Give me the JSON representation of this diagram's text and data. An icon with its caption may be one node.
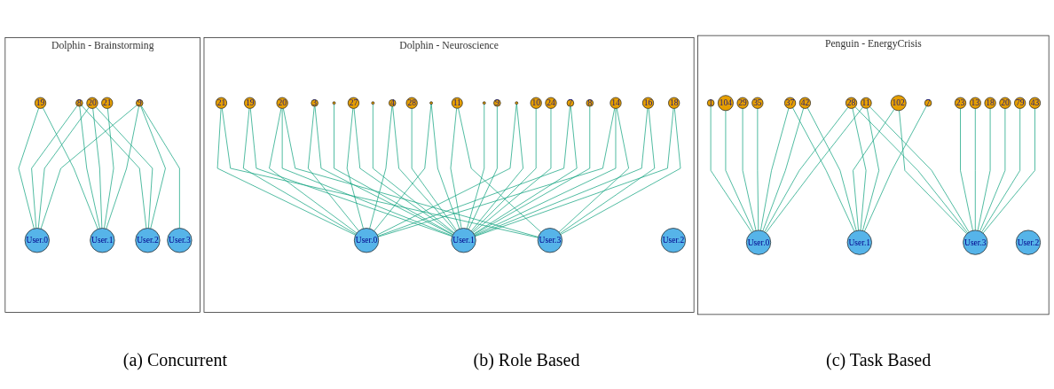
{
  "diagram": {
    "nodes": [
      {
        "text": [
          "Dolphin - Brainstorming"
        ]
      },
      {
        "text": [
          "19"
        ],
        "in": 0
      },
      {
        "text": [
          "8"
        ],
        "in": 0
      },
      {
        "text": [
          "20"
        ],
        "in": 0
      },
      {
        "text": [
          "21"
        ],
        "in": 0
      },
      {
        "text": [
          "9"
        ],
        "in": 0
      },
      {
        "text": [
          "User.0"
        ],
        "in": 0
      },
      {
        "text": [
          "User.1"
        ],
        "in": 0
      },
      {
        "text": [
          "User.2"
        ],
        "in": 0
      },
      {
        "text": [
          "User.3"
        ],
        "in": 0
      },
      {
        "text": [
          "Dolphin - Neuroscience"
        ]
      },
      {
        "text": [
          "21"
        ],
        "in": 10
      },
      {
        "text": [
          "19"
        ],
        "in": 10
      },
      {
        "text": [
          "20"
        ],
        "in": 10
      },
      {
        "text": [
          "3"
        ],
        "in": 10
      },
      {
        "text": [],
        "shape": "circle",
        "in": 10
      },
      {
        "text": [
          "27"
        ],
        "in": 10
      },
      {
        "text": [],
        "shape": "circle",
        "in": 10
      },
      {
        "text": [
          "4"
        ],
        "in": 10
      },
      {
        "text": [
          "28"
        ],
        "in": 10
      },
      {
        "text": [],
        "shape": "circle",
        "in": 10
      },
      {
        "text": [
          "11"
        ],
        "in": 10
      },
      {
        "text": [],
        "shape": "circle",
        "in": 10
      },
      {
        "text": [
          "9"
        ],
        "in": 10
      },
      {
        "text": [],
        "shape": "circle",
        "in": 10
      },
      {
        "text": [
          "10"
        ],
        "in": 10
      },
      {
        "text": [
          "24"
        ],
        "in": 10
      },
      {
        "text": [
          "7"
        ],
        "in": 10
      },
      {
        "text": [
          "8"
        ],
        "in": 10
      },
      {
        "text": [
          "14"
        ],
        "in": 10
      },
      {
        "text": [
          "16"
        ],
        "in": 10
      },
      {
        "text": [
          "18"
        ],
        "in": 10
      },
      {
        "text": [
          "User.0"
        ],
        "in": 10
      },
      {
        "text": [
          "User.1"
        ],
        "in": 10
      },
      {
        "text": [
          "User.3"
        ],
        "in": 10
      },
      {
        "text": [
          "User.2"
        ],
        "in": 10
      },
      {
        "text": [
          "Penguin - EnergyCrisis"
        ]
      },
      {
        "text": [
          "1"
        ],
        "in": 36
      },
      {
        "text": [
          "104"
        ],
        "in": 36
      },
      {
        "text": [
          "29"
        ],
        "in": 36
      },
      {
        "text": [
          "35"
        ],
        "in": 36
      },
      {
        "text": [
          "37"
        ],
        "in": 36
      },
      {
        "text": [
          "42"
        ],
        "in": 36
      },
      {
        "text": [
          "102"
        ],
        "in": 36
      },
      {
        "text": [
          "28"
        ],
        "in": 36
      },
      {
        "text": [
          "11"
        ],
        "in": 36
      },
      {
        "text": [
          "7"
        ],
        "in": 36
      },
      {
        "text": [
          "23"
        ],
        "in": 36
      },
      {
        "text": [
          "13"
        ],
        "in": 36
      },
      {
        "text": [
          "18"
        ],
        "in": 36
      },
      {
        "text": [
          "20"
        ],
        "in": 36
      },
      {
        "text": [
          "79"
        ],
        "in": 36
      },
      {
        "text": [
          "43"
        ],
        "in": 36
      },
      {
        "text": [
          "User.0"
        ],
        "in": 36
      },
      {
        "text": [
          "User.1"
        ],
        "in": 36
      },
      {
        "text": [
          "User.3"
        ],
        "in": 36
      },
      {
        "text": [
          "User.2"
        ],
        "in": 36
      }
    ],
    "edges": [
      {
        "from": 1,
        "to": 6,
        "arrow": "none"
      },
      {
        "from": 1,
        "to": 7,
        "arrow": "none"
      },
      {
        "from": 2,
        "to": 6,
        "arrow": "none"
      },
      {
        "from": 2,
        "to": 7,
        "arrow": "none"
      },
      {
        "from": 2,
        "to": 8,
        "arrow": "none"
      },
      {
        "from": 3,
        "to": 6,
        "arrow": "none"
      },
      {
        "from": 3,
        "to": 7,
        "arrow": "none"
      },
      {
        "from": 3,
        "to": 8,
        "arrow": "none"
      },
      {
        "from": 4,
        "to": 7,
        "arrow": "none"
      },
      {
        "from": 5,
        "to": 6,
        "arrow": "none"
      },
      {
        "from": 5,
        "to": 7,
        "arrow": "none"
      },
      {
        "from": 5,
        "to": 8,
        "arrow": "none"
      },
      {
        "from": 5,
        "to": 9,
        "arrow": "none"
      },
      {
        "from": 11,
        "to": 32,
        "arrow": "none"
      },
      {
        "from": 11,
        "to": 34,
        "arrow": "none"
      },
      {
        "from": 12,
        "to": 32,
        "arrow": "none"
      },
      {
        "from": 12,
        "to": 33,
        "arrow": "none"
      },
      {
        "from": 13,
        "to": 32,
        "arrow": "none"
      },
      {
        "from": 13,
        "to": 33,
        "arrow": "none"
      },
      {
        "from": 13,
        "to": 34,
        "arrow": "none"
      },
      {
        "from": 14,
        "to": 32,
        "arrow": "none"
      },
      {
        "from": 14,
        "to": 33,
        "arrow": "none"
      },
      {
        "from": 15,
        "to": 33,
        "arrow": "none"
      },
      {
        "from": 16,
        "to": 32,
        "arrow": "none"
      },
      {
        "from": 16,
        "to": 33,
        "arrow": "none"
      },
      {
        "from": 17,
        "to": 33,
        "arrow": "none"
      },
      {
        "from": 18,
        "to": 32,
        "arrow": "none"
      },
      {
        "from": 18,
        "to": 33,
        "arrow": "none"
      },
      {
        "from": 19,
        "to": 33,
        "arrow": "none"
      },
      {
        "from": 20,
        "to": 32,
        "arrow": "none"
      },
      {
        "from": 20,
        "to": 33,
        "arrow": "none"
      },
      {
        "from": 21,
        "to": 33,
        "arrow": "none"
      },
      {
        "from": 21,
        "to": 34,
        "arrow": "none"
      },
      {
        "from": 22,
        "to": 33,
        "arrow": "none"
      },
      {
        "from": 23,
        "to": 33,
        "arrow": "none"
      },
      {
        "from": 24,
        "to": 32,
        "arrow": "none"
      },
      {
        "from": 24,
        "to": 33,
        "arrow": "none"
      },
      {
        "from": 25,
        "to": 33,
        "arrow": "none"
      },
      {
        "from": 26,
        "to": 33,
        "arrow": "none"
      },
      {
        "from": 27,
        "to": 32,
        "arrow": "none"
      },
      {
        "from": 27,
        "to": 33,
        "arrow": "none"
      },
      {
        "from": 28,
        "to": 33,
        "arrow": "none"
      },
      {
        "from": 29,
        "to": 32,
        "arrow": "none"
      },
      {
        "from": 29,
        "to": 33,
        "arrow": "none"
      },
      {
        "from": 29,
        "to": 34,
        "arrow": "none"
      },
      {
        "from": 30,
        "to": 33,
        "arrow": "none"
      },
      {
        "from": 30,
        "to": 34,
        "arrow": "none"
      },
      {
        "from": 31,
        "to": 33,
        "arrow": "none"
      },
      {
        "from": 31,
        "to": 34,
        "arrow": "none"
      },
      {
        "from": 37,
        "to": 53,
        "arrow": "none"
      },
      {
        "from": 38,
        "to": 53,
        "arrow": "none"
      },
      {
        "from": 39,
        "to": 53,
        "arrow": "none"
      },
      {
        "from": 40,
        "to": 53,
        "arrow": "none"
      },
      {
        "from": 41,
        "to": 53,
        "arrow": "none"
      },
      {
        "from": 41,
        "to": 54,
        "arrow": "none"
      },
      {
        "from": 42,
        "to": 53,
        "arrow": "none"
      },
      {
        "from": 42,
        "to": 54,
        "arrow": "none"
      },
      {
        "from": 43,
        "to": 54,
        "arrow": "none"
      },
      {
        "from": 43,
        "to": 55,
        "arrow": "none"
      },
      {
        "from": 44,
        "to": 53,
        "arrow": "none"
      },
      {
        "from": 44,
        "to": 54,
        "arrow": "none"
      },
      {
        "from": 44,
        "to": 55,
        "arrow": "none"
      },
      {
        "from": 45,
        "to": 53,
        "arrow": "none"
      },
      {
        "from": 45,
        "to": 54,
        "arrow": "none"
      },
      {
        "from": 45,
        "to": 55,
        "arrow": "none"
      },
      {
        "from": 46,
        "to": 54,
        "arrow": "none"
      },
      {
        "from": 47,
        "to": 55,
        "arrow": "none"
      },
      {
        "from": 48,
        "to": 55,
        "arrow": "none"
      },
      {
        "from": 49,
        "to": 55,
        "arrow": "none"
      },
      {
        "from": 50,
        "to": 55,
        "arrow": "none"
      },
      {
        "from": 51,
        "to": 55,
        "arrow": "none"
      },
      {
        "from": 52,
        "to": 55,
        "arrow": "none"
      }
    ],
    "labels": [
      "(a) Concurrent",
      "(b) Role Based",
      "(c) Task Based"
    ]
  }
}
